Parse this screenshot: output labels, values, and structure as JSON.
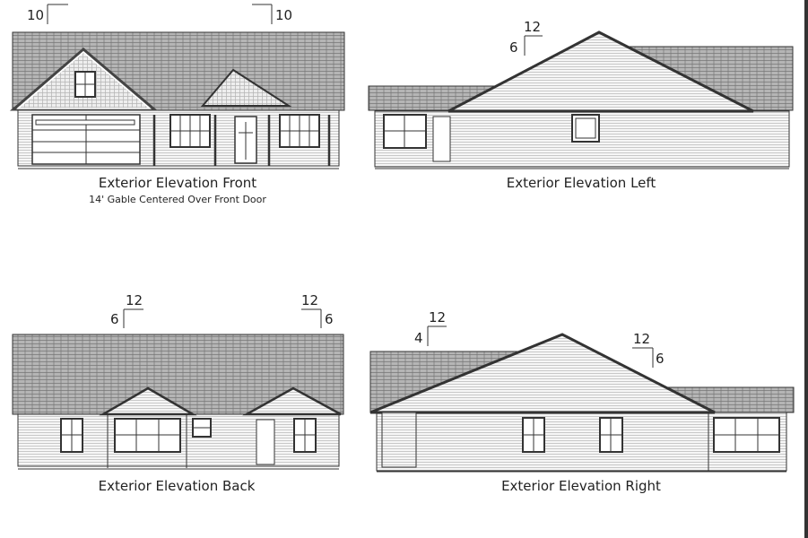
{
  "elevations": {
    "front": {
      "title": "Exterior Elevation Front",
      "note": "14' Gable Centered Over Front Door",
      "pitch_left": "10",
      "pitch_right": "10"
    },
    "left": {
      "title": "Exterior Elevation Left",
      "pitch_rise": "6",
      "pitch_run": "12"
    },
    "back": {
      "title": "Exterior Elevation Back",
      "pitch_left_rise": "6",
      "pitch_left_run": "12",
      "pitch_right_rise": "6",
      "pitch_right_run": "12"
    },
    "right": {
      "title": "Exterior Elevation Right",
      "pitch_left_rise": "4",
      "pitch_left_run": "12",
      "pitch_right_rise": "6",
      "pitch_right_run": "12"
    }
  },
  "colors": {
    "roof": "#9a9a9a",
    "line": "#333333",
    "siding": "#f4f4f4"
  }
}
